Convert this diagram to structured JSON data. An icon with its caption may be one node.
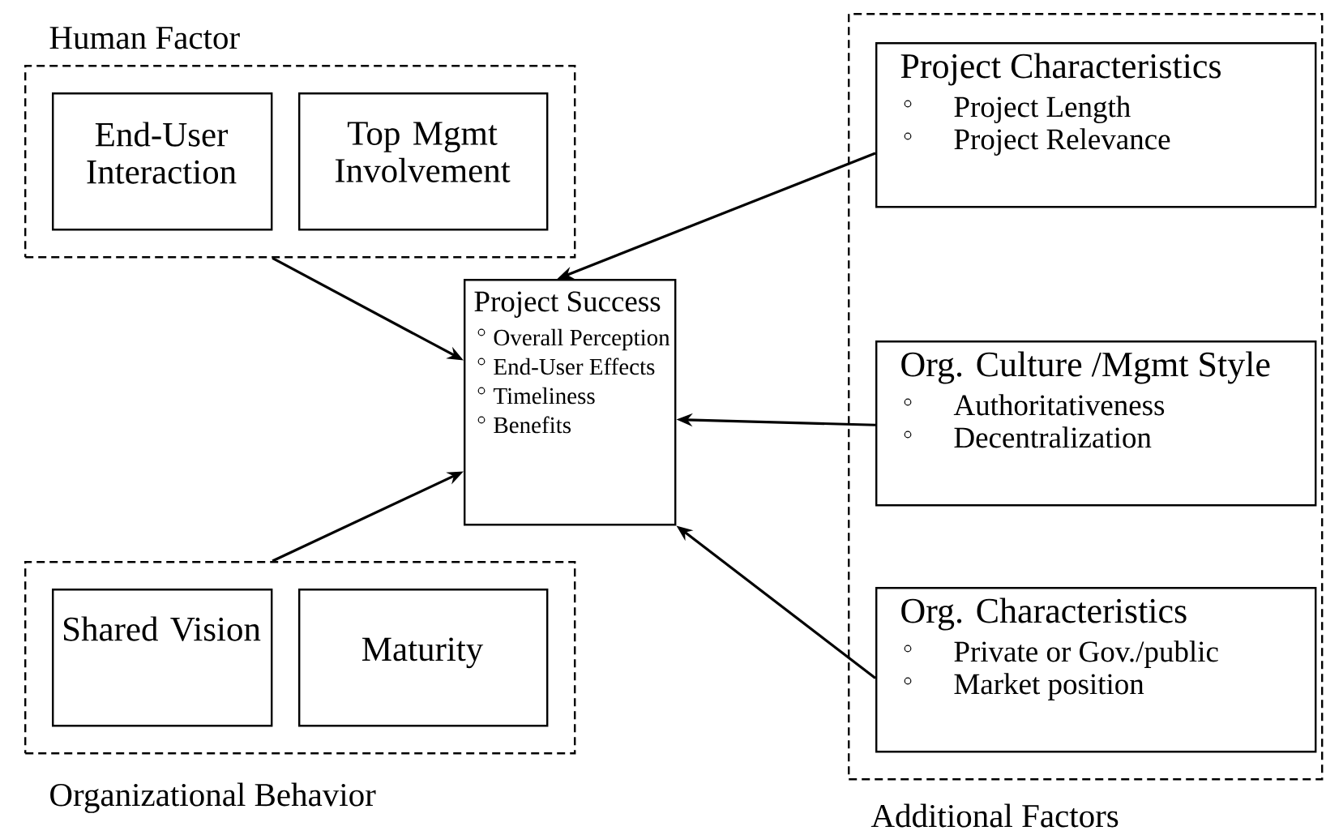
{
  "diagram": {
    "nodes": [
      {
        "text": [
          "Human Factor"
        ]
      },
      {
        "text": [
          "End-User Interaction"
        ],
        "in": 0
      },
      {
        "text": [
          "Top Mgmt Involvement"
        ],
        "in": 0
      },
      {
        "text": [
          "Project Success",
          "Overall Perception",
          "End-User Effects",
          "Timeliness",
          "Benefits"
        ]
      },
      {
        "text": [
          "Organizational Behavior"
        ]
      },
      {
        "text": [
          "Shared Vision"
        ],
        "in": 4
      },
      {
        "text": [
          "Maturity"
        ],
        "in": 4
      },
      {
        "text": [
          "Additional Factors"
        ]
      },
      {
        "text": [
          "Project  Characteristics",
          "Project Length",
          "Project Relevance"
        ],
        "in": 7
      },
      {
        "text": [
          "Org. Culture /Mgmt Style",
          "Authoritativeness",
          "Decentralization"
        ],
        "in": 7
      },
      {
        "text": [
          "Org.  Characteristics",
          "Private or Gov./public",
          "Market position"
        ],
        "in": 7
      }
    ],
    "edges": [
      {
        "from": 0,
        "to": 3,
        "arrow": "to"
      },
      {
        "from": 4,
        "to": 3,
        "arrow": "to"
      },
      {
        "from": 8,
        "to": 3,
        "arrow": "to"
      },
      {
        "from": 9,
        "to": 3,
        "arrow": "to"
      },
      {
        "from": 10,
        "to": 3,
        "arrow": "to"
      }
    ]
  }
}
